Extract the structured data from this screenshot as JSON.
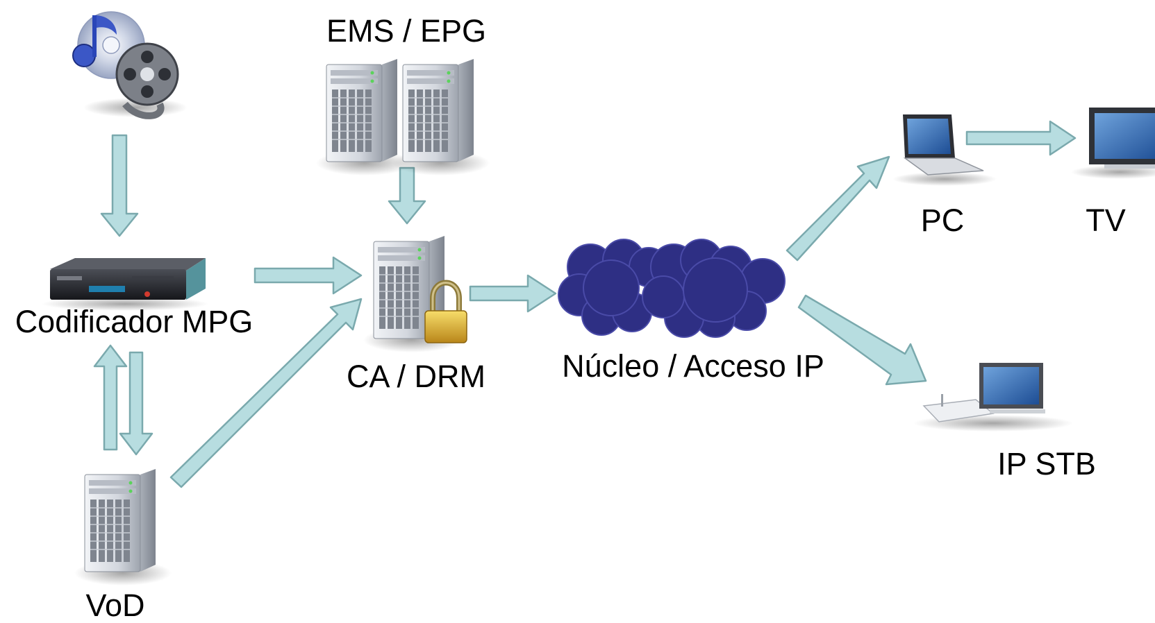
{
  "labels": {
    "ems_epg": "EMS / EPG",
    "codificador": "Codificador MPG",
    "ca_drm": "CA / DRM",
    "nucleo": "Núcleo / Acceso IP",
    "pc": "PC",
    "tv": "TV",
    "ip_stb": "IP STB",
    "vod": "VoD"
  },
  "colors": {
    "arrow_fill": "#b7dde0",
    "arrow_stroke": "#7aa9ad",
    "cloud_fill": "#2e2f84",
    "cloud_stroke": "#4a4ba8",
    "server_body": "#dadde3",
    "lock_gold": "#e1b12c",
    "screen_blue": "#2a67b4"
  },
  "icons": [
    "media-icon",
    "encoder-device-icon",
    "server-icon",
    "lock-icon",
    "cloud-icon",
    "laptop-icon",
    "tv-icon",
    "set-top-box-icon"
  ]
}
